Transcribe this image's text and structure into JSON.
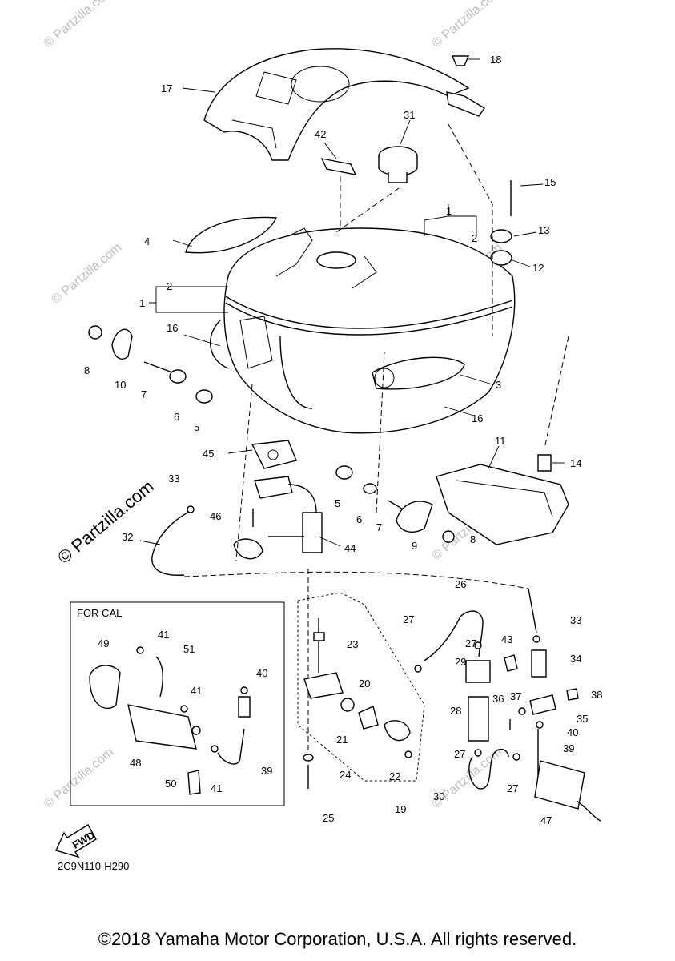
{
  "watermark": "© Partzilla.com",
  "inset_title": "FOR CAL",
  "fwd_label": "FWD",
  "diagram_code": "2C9N110-H290",
  "copyright": "©2018 Yamaha Motor Corporation, U.S.A. All rights reserved.",
  "callouts": {
    "c1a": "1",
    "c2a": "2",
    "c1b": "1",
    "c2b": "2",
    "c3": "3",
    "c4": "4",
    "c5a": "5",
    "c5b": "5",
    "c6a": "6",
    "c6b": "6",
    "c7a": "7",
    "c7b": "7",
    "c8a": "8",
    "c8b": "8",
    "c9": "9",
    "c10": "10",
    "c11": "11",
    "c12": "12",
    "c13": "13",
    "c14": "14",
    "c15": "15",
    "c16a": "16",
    "c16b": "16",
    "c17": "17",
    "c18": "18",
    "c19": "19",
    "c20": "20",
    "c21": "21",
    "c22": "22",
    "c23": "23",
    "c24": "24",
    "c25": "25",
    "c26": "26",
    "c27a": "27",
    "c27b": "27",
    "c27c": "27",
    "c27d": "27",
    "c28": "28",
    "c29": "29",
    "c30": "30",
    "c31": "31",
    "c32": "32",
    "c33a": "33",
    "c33b": "33",
    "c34": "34",
    "c35": "35",
    "c36": "36",
    "c37": "37",
    "c38": "38",
    "c39a": "39",
    "c39b": "39",
    "c40a": "40",
    "c40b": "40",
    "c41a": "41",
    "c41b": "41",
    "c41c": "41",
    "c42": "42",
    "c43": "43",
    "c44": "44",
    "c45": "45",
    "c46": "46",
    "c47": "47",
    "c48": "48",
    "c49": "49",
    "c50": "50",
    "c51": "51"
  }
}
